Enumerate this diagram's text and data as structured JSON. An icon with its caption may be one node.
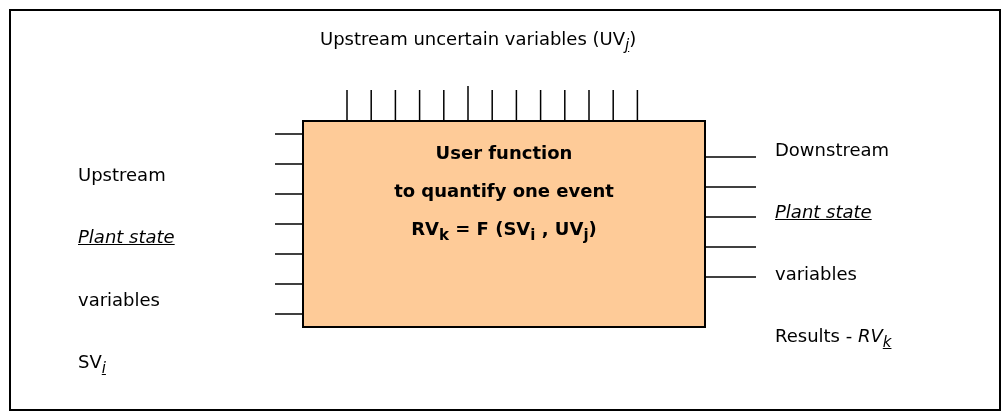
{
  "diagram": {
    "nodes": [
      {
        "text": [
          "User function",
          "to quantify one event",
          "RV$_{k}$ = F (SV$_{i}$ , UV$_{j}$)"
        ]
      }
    ],
    "labels": [
      "Upstream uncertain variables (UV$_{j}$)",
      "Upstream",
      "Plant state",
      "variables",
      "SV$_{i}$",
      "Downstream",
      "Plant state",
      "variables",
      "Results - *RV*$_{k}$"
    ]
  }
}
